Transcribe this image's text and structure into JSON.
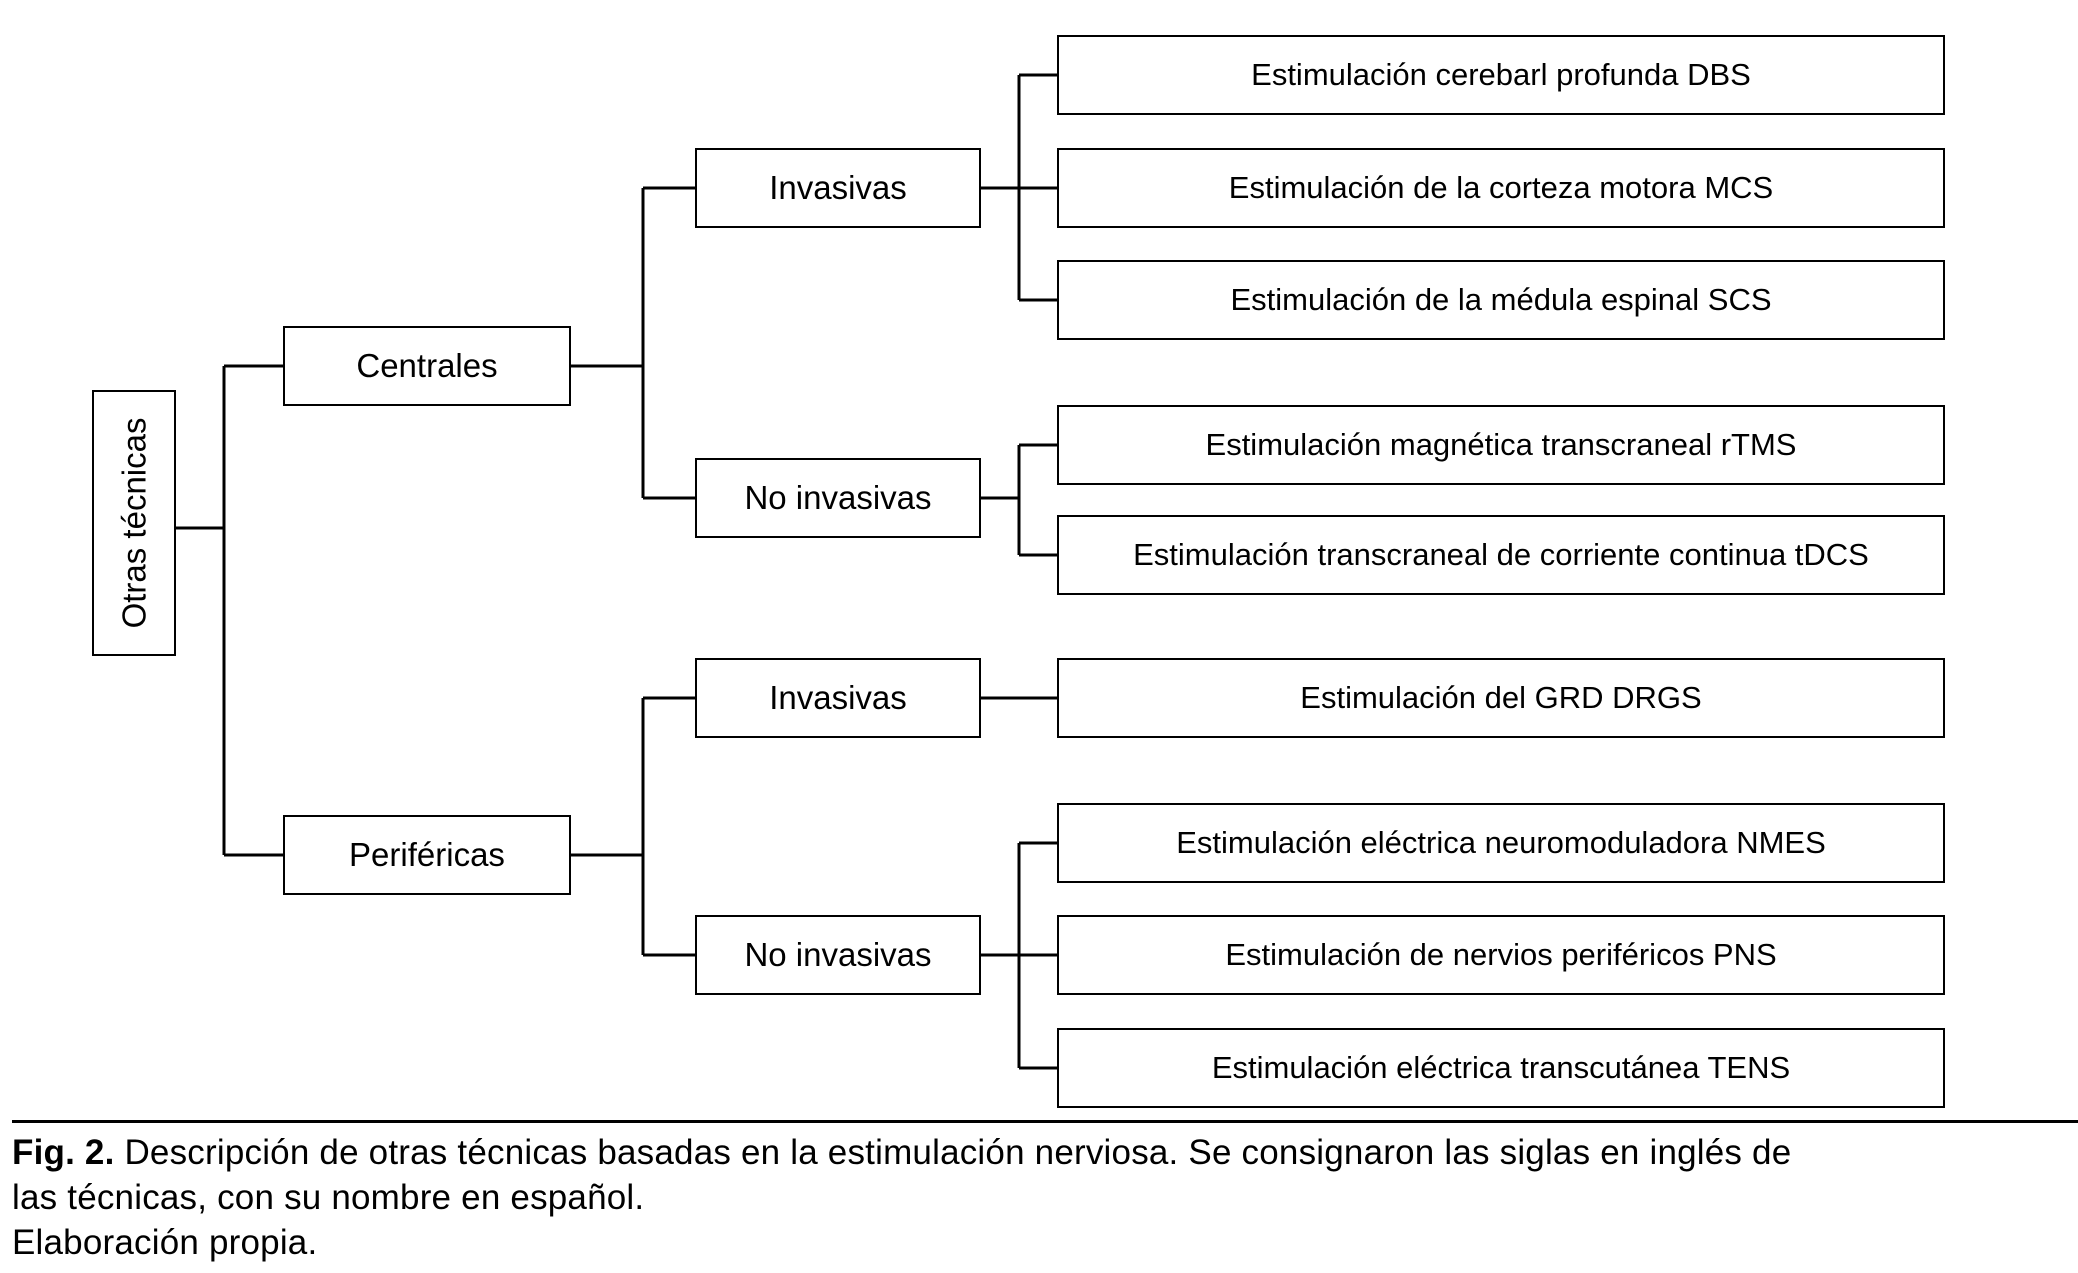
{
  "figure": {
    "root": {
      "label": "Otras técnicas"
    },
    "level2": [
      {
        "id": "centrales",
        "label": "Centrales"
      },
      {
        "id": "perifericas",
        "label": "Periféricas"
      }
    ],
    "level3": [
      {
        "id": "centrales-invasivas",
        "label": "Invasivas"
      },
      {
        "id": "centrales-no-invasivas",
        "label": "No invasivas"
      },
      {
        "id": "perifericas-invasivas",
        "label": "Invasivas"
      },
      {
        "id": "perifericas-no-invasivas",
        "label": "No invasivas"
      }
    ],
    "leaves": [
      {
        "id": "dbs",
        "label": "Estimulación cerebarl profunda DBS"
      },
      {
        "id": "mcs",
        "label": "Estimulación de la corteza motora MCS"
      },
      {
        "id": "scs",
        "label": "Estimulación de la médula espinal SCS"
      },
      {
        "id": "rtms",
        "label": "Estimulación magnética transcraneal rTMS"
      },
      {
        "id": "tdcs",
        "label": "Estimulación transcraneal de corriente continua tDCS"
      },
      {
        "id": "drgs",
        "label": "Estimulación del GRD DRGS"
      },
      {
        "id": "nmes",
        "label": "Estimulación eléctrica neuromoduladora NMES"
      },
      {
        "id": "pns",
        "label": "Estimulación de nervios periféricos PNS"
      },
      {
        "id": "tens",
        "label": "Estimulación eléctrica transcutánea TENS"
      }
    ],
    "colors": {
      "stroke": "#000000",
      "fill": "#ffffff",
      "text": "#000000"
    }
  },
  "caption": {
    "figure_number": "Fig. 2.",
    "line1_rest": " Descripción de otras técnicas basadas en la estimulación nerviosa. Se consignaron las siglas en inglés de",
    "line2": "las técnicas, con su nombre en español.",
    "line3": "Elaboración propia."
  }
}
